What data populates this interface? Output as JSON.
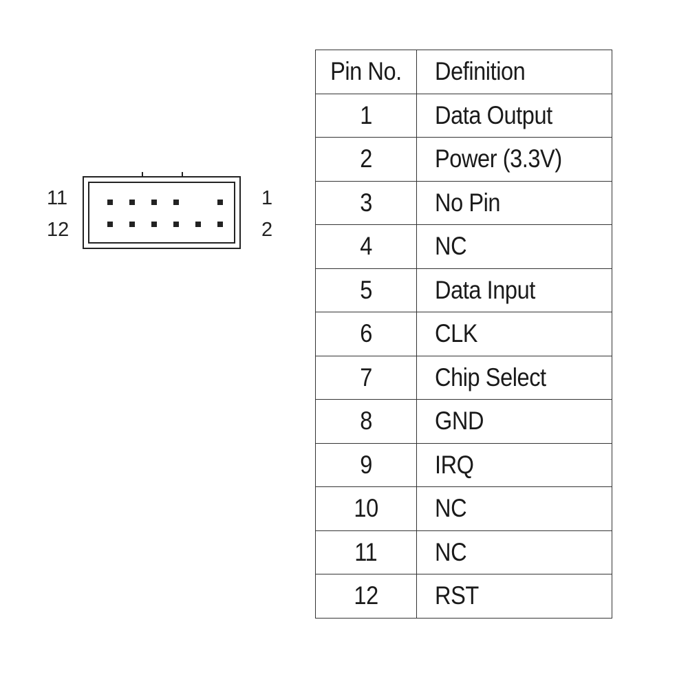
{
  "connector": {
    "labels": {
      "top_left": "11",
      "bottom_left": "12",
      "top_right": "1",
      "bottom_right": "2"
    },
    "rows": {
      "top": [
        true,
        true,
        true,
        true,
        false,
        true
      ],
      "bottom": [
        true,
        true,
        true,
        true,
        true,
        true
      ]
    }
  },
  "table": {
    "headers": {
      "pin_no": "Pin No.",
      "definition": "Definition"
    },
    "rows": [
      {
        "pin": "1",
        "definition": "Data Output"
      },
      {
        "pin": "2",
        "definition": "Power (3.3V)"
      },
      {
        "pin": "3",
        "definition": "No Pin"
      },
      {
        "pin": "4",
        "definition": "NC"
      },
      {
        "pin": "5",
        "definition": "Data Input"
      },
      {
        "pin": "6",
        "definition": "CLK"
      },
      {
        "pin": "7",
        "definition": "Chip Select"
      },
      {
        "pin": "8",
        "definition": "GND"
      },
      {
        "pin": "9",
        "definition": "IRQ"
      },
      {
        "pin": "10",
        "definition": "NC"
      },
      {
        "pin": "11",
        "definition": "NC"
      },
      {
        "pin": "12",
        "definition": "RST"
      }
    ]
  }
}
